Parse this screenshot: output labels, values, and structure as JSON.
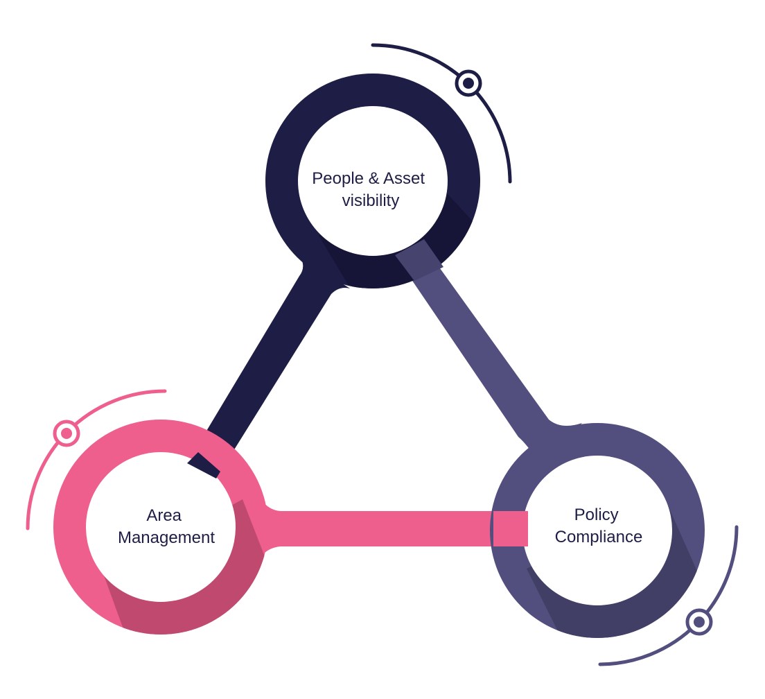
{
  "nodes": [
    {
      "id": "people-asset",
      "lines": [
        "People & Asset",
        "visibility"
      ]
    },
    {
      "id": "policy",
      "lines": [
        "Policy",
        "Compliance"
      ]
    },
    {
      "id": "area",
      "lines": [
        "Area",
        "Management"
      ]
    }
  ],
  "colors": {
    "navy": "#1e1d45",
    "navy_shadow": "#161538",
    "purple": "#524f7f",
    "purple_shadow": "#413f66",
    "pink": "#ee5f8d",
    "pink_shadow": "#c04a6f",
    "label_text": "#1e1d45",
    "background": "#ffffff"
  }
}
